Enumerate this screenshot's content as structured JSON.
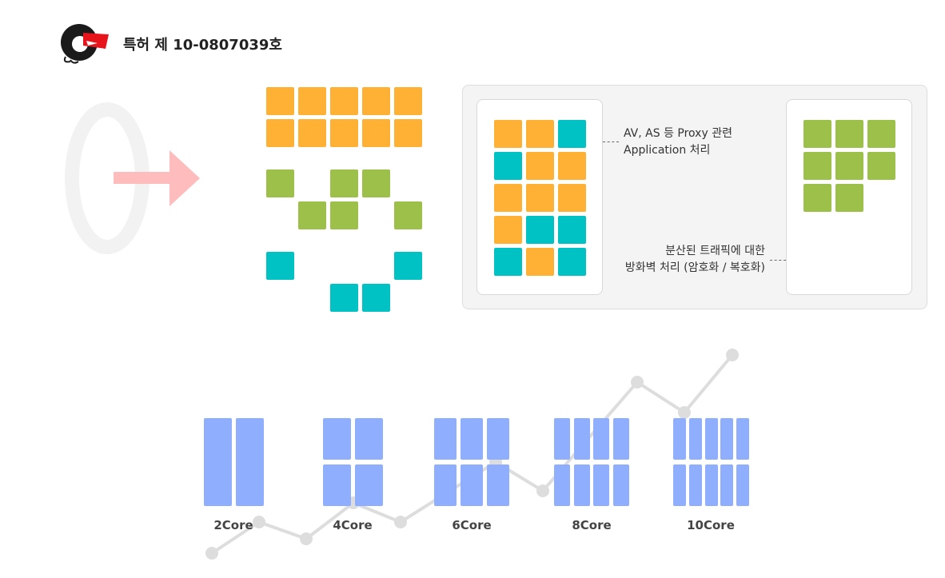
{
  "header": {
    "patent": "특허 제 10-0807039호"
  },
  "annotations": {
    "app_line1": "AV, AS 등 Proxy 관련",
    "app_line2": "Application 처리",
    "fw_line1": "분산된 트래픽에 대한",
    "fw_line2": "방화벽 처리 (암호화 / 복호화)"
  },
  "cores": [
    "2Core",
    "4Core",
    "6Core",
    "8Core",
    "10Core"
  ],
  "colors": {
    "orange": "#feb135",
    "green": "#9dc04b",
    "teal": "#00c2c4",
    "core_blue": "#8faefe",
    "arrow": "#ffbcbc",
    "line_gray": "#dddddd"
  },
  "icons": [
    "patent-logo-icon",
    "ring-icon",
    "arrow-icon"
  ]
}
